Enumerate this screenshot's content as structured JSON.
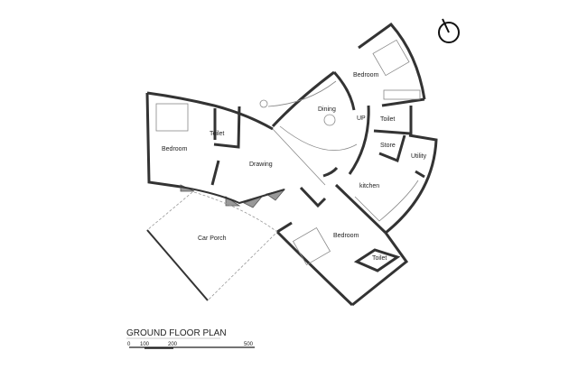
{
  "plan": {
    "title": "GROUND FLOOR PLAN",
    "rooms": {
      "bedroom_ne": "Bedroom",
      "dining": "Dining",
      "up": "UP",
      "toilet_ne": "Toilet",
      "store": "Store",
      "utility": "Utility",
      "bedroom_w": "Bedroom",
      "toilet_w": "Toilet",
      "drawing": "Drawing",
      "kitchen": "kitchen",
      "bedroom_s": "Bedroom",
      "toilet_s": "Toilet",
      "car_porch": "Car Porch"
    },
    "scale": {
      "t0": "0",
      "t1": "100",
      "t2": "200",
      "t3": "500"
    },
    "compass_icon": "north-arrow-icon"
  }
}
